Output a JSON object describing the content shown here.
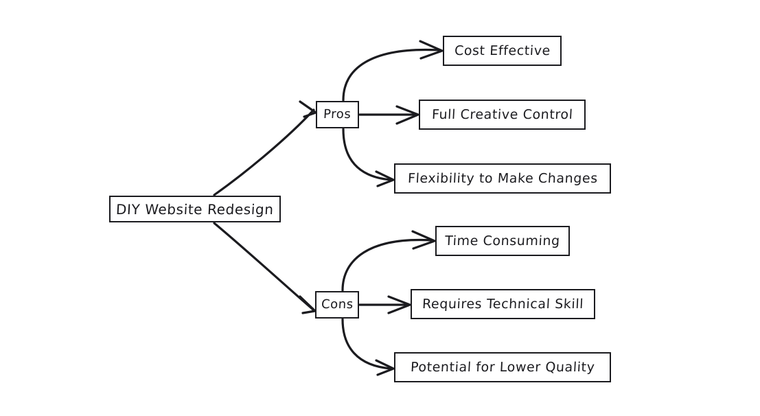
{
  "diagram": {
    "title": "DIY Website Redesign",
    "type": "mind-map",
    "background_color": "#ffffff",
    "stroke_color": "#1b1b1f",
    "style": "hand-drawn",
    "root": {
      "id": "root",
      "label": "DIY Website Redesign"
    },
    "branches": [
      {
        "id": "pros",
        "label": "Pros",
        "children": [
          {
            "id": "cost-effective",
            "label": "Cost Effective"
          },
          {
            "id": "full-control",
            "label": "Full Creative Control"
          },
          {
            "id": "flexibility",
            "label": "Flexibility to Make Changes"
          }
        ]
      },
      {
        "id": "cons",
        "label": "Cons",
        "children": [
          {
            "id": "time-consuming",
            "label": "Time Consuming"
          },
          {
            "id": "technical-skill",
            "label": "Requires Technical Skill"
          },
          {
            "id": "lower-quality",
            "label": "Potential for Lower Quality"
          }
        ]
      }
    ],
    "edges": [
      {
        "id": "root-to-pros",
        "from": "root",
        "to": "pros",
        "shape": "diagonal-up",
        "arrow": true
      },
      {
        "id": "root-to-cons",
        "from": "root",
        "to": "cons",
        "shape": "diagonal-down",
        "arrow": true
      },
      {
        "id": "pros-to-cost-effective",
        "from": "pros",
        "to": "cost-effective",
        "shape": "curve-up",
        "arrow": true
      },
      {
        "id": "pros-to-full-control",
        "from": "pros",
        "to": "full-control",
        "shape": "straight",
        "arrow": true
      },
      {
        "id": "pros-to-flexibility",
        "from": "pros",
        "to": "flexibility",
        "shape": "curve-down",
        "arrow": true
      },
      {
        "id": "cons-to-time-consuming",
        "from": "cons",
        "to": "time-consuming",
        "shape": "curve-up",
        "arrow": true
      },
      {
        "id": "cons-to-technical-skill",
        "from": "cons",
        "to": "technical-skill",
        "shape": "straight",
        "arrow": true
      },
      {
        "id": "cons-to-lower-quality",
        "from": "cons",
        "to": "lower-quality",
        "shape": "curve-down",
        "arrow": true
      }
    ]
  }
}
